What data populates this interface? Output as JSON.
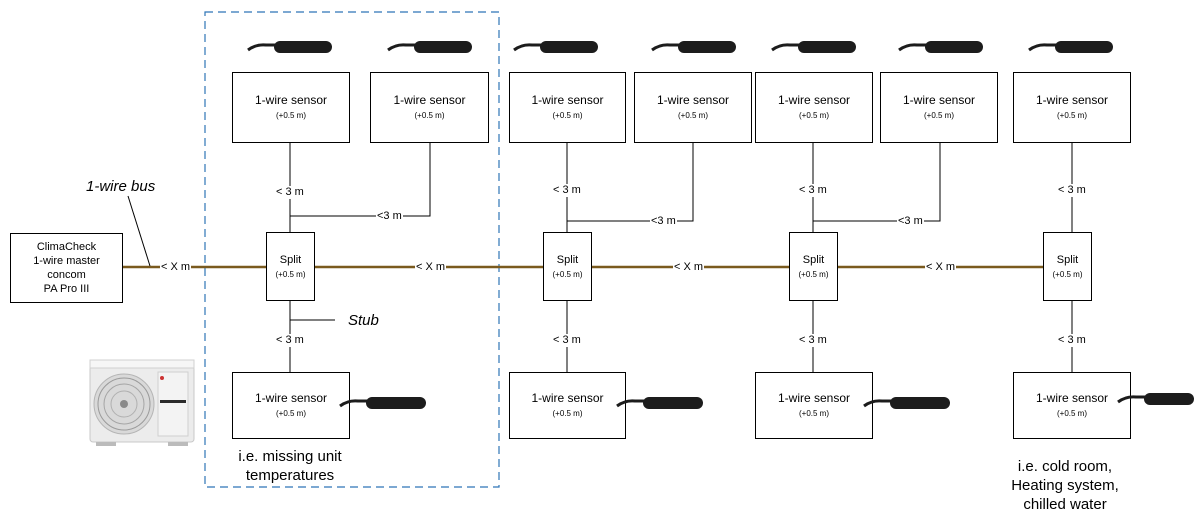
{
  "master": {
    "lines": [
      "ClimaCheck",
      "1-wire master",
      "concom",
      "PA Pro III"
    ]
  },
  "sensor": {
    "label": "1-wire sensor",
    "sub": "(+0.5 m)"
  },
  "split": {
    "label": "Split",
    "sub": "(+0.5 m)"
  },
  "labels": {
    "bus": "1-wire bus",
    "stub": "Stub",
    "lt3": "< 3 m",
    "lt3_tight": "<3 m",
    "ltx": "< X m"
  },
  "notes": {
    "missing": "i.e. missing unit\ntemperatures",
    "cold": "i.e. cold room,\nHeating system,\nchilled water"
  },
  "colors": {
    "bus": "#7a5a1e",
    "dashed_group": "#2e75b6",
    "probe": "#1c1c1c"
  }
}
